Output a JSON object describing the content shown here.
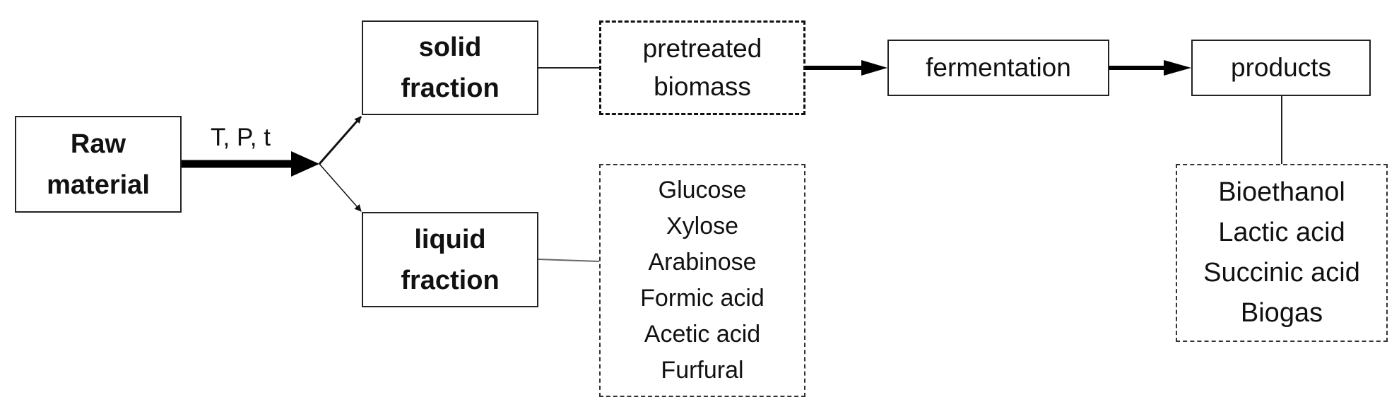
{
  "nodes": {
    "raw_material": "Raw\nmaterial",
    "solid_fraction": "solid\nfraction",
    "liquid_fraction": "liquid\nfraction",
    "pretreated_biomass": "pretreated\nbiomass",
    "fermentation": "fermentation",
    "products": "products"
  },
  "edge_label": "T, P, t",
  "liquid_components": [
    "Glucose",
    "Xylose",
    "Arabinose",
    "Formic acid",
    "Acetic acid",
    "Furfural"
  ],
  "product_list": [
    "Bioethanol",
    "Lactic acid",
    "Succinic acid",
    "Biogas"
  ]
}
